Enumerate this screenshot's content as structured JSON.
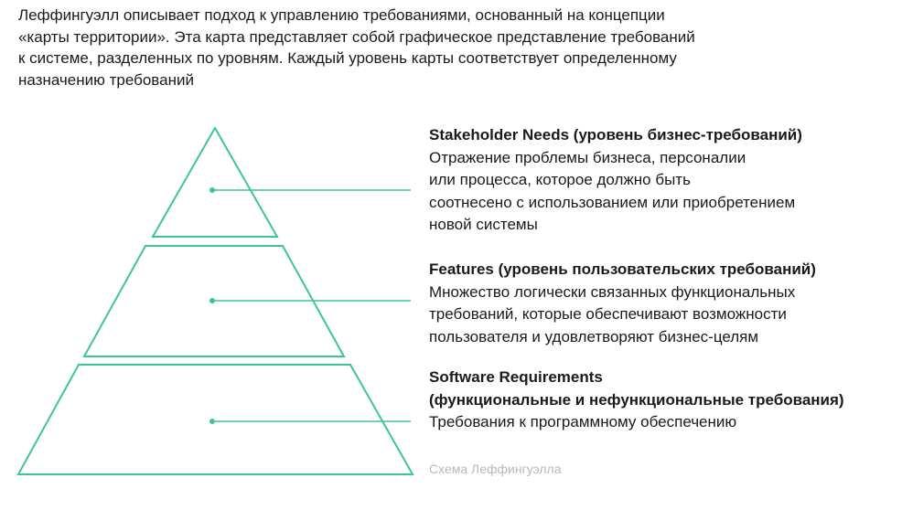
{
  "intro": {
    "lines": [
      "Леффингуэлл описывает подход к управлению требованиями, основанный на концепции",
      "«карты территории». Эта карта представляет собой графическое представление требований",
      "к системе, разделенных по уровням. Каждый уровень карты соответствует определенному",
      "назначению требований"
    ]
  },
  "levels": [
    {
      "title_lines": [
        "Stakeholder Needs (уровень бизнес-требований)"
      ],
      "desc_lines": [
        "Отражение проблемы бизнеса, персоналии",
        "или процесса, которое должно быть",
        "соотнесено с использованием или приобретением",
        "новой системы"
      ]
    },
    {
      "title_lines": [
        "Features (уровень пользовательских требований)"
      ],
      "desc_lines": [
        "Множество логически связанных функциональных",
        "требований, которые обеспечивают возможности",
        "пользователя и удовлетворяют бизнес-целям"
      ]
    },
    {
      "title_lines": [
        "Software Requirements",
        "(функциональные и нефункциональные требования)"
      ],
      "desc_lines": [
        "Требования к программному обеспечению"
      ]
    }
  ],
  "caption": "Схема Леффингуэлла",
  "colors": {
    "accent": "#3ec49a",
    "text": "#1a1a1a",
    "caption": "#b8b8b8"
  }
}
